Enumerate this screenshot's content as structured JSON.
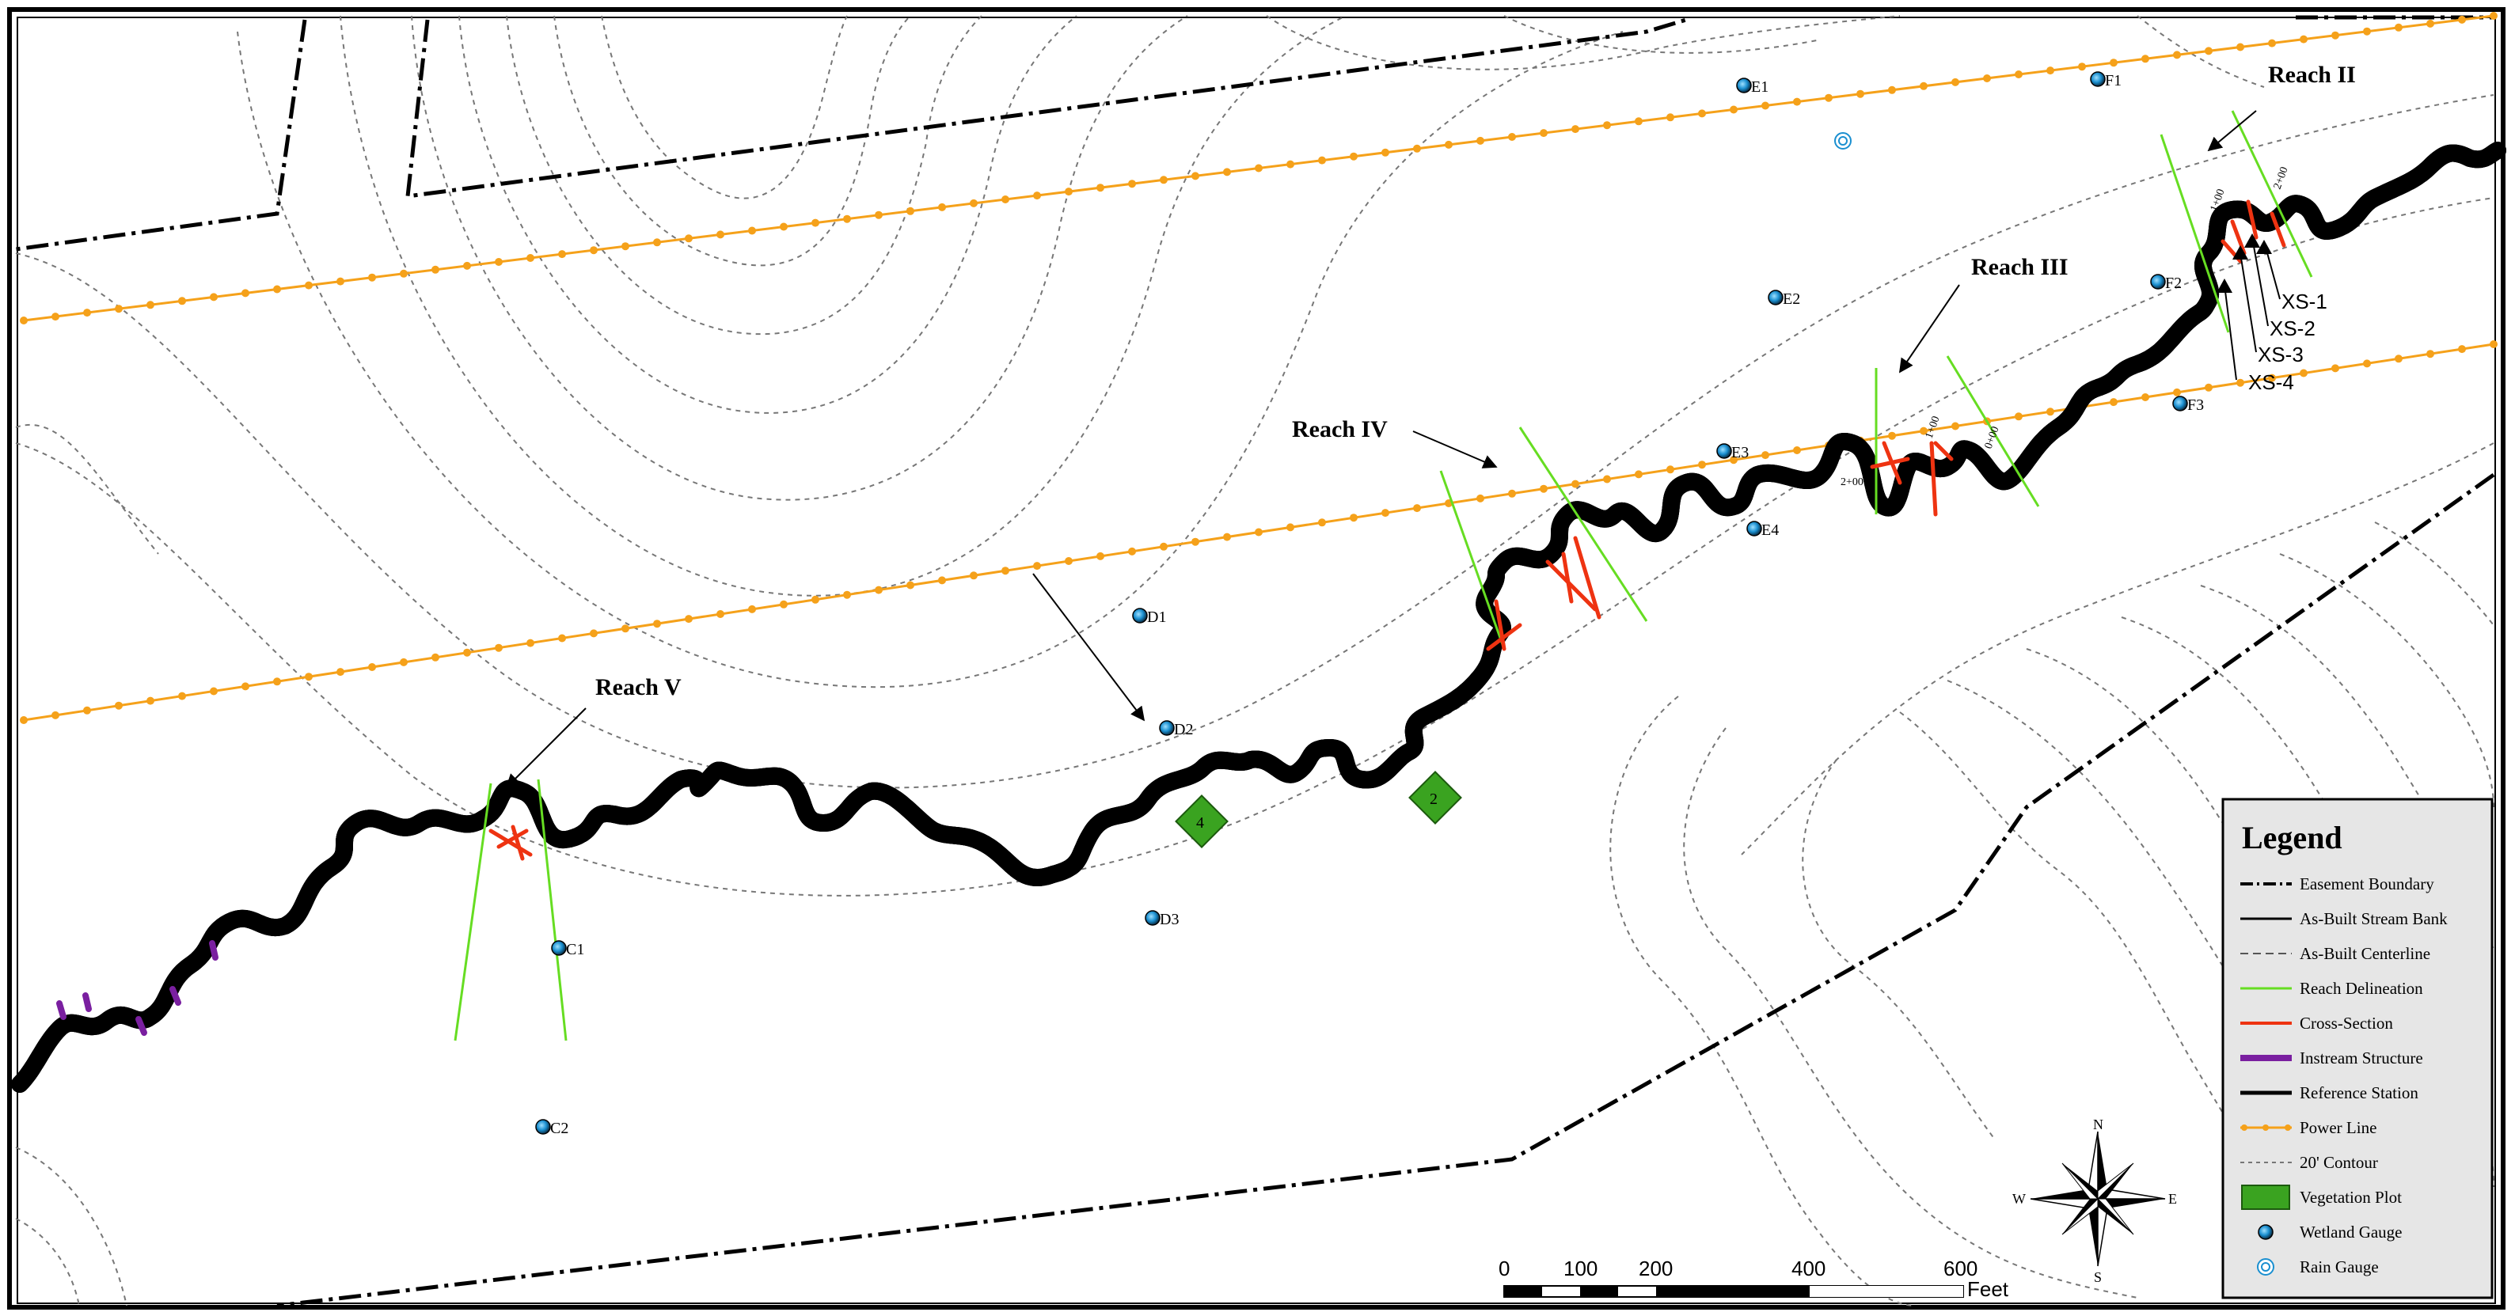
{
  "reaches": [
    {
      "id": "reach-ii",
      "label": "Reach II"
    },
    {
      "id": "reach-iii",
      "label": "Reach III"
    },
    {
      "id": "reach-iv",
      "label": "Reach IV"
    },
    {
      "id": "reach-v",
      "label": "Reach V"
    }
  ],
  "wetland_gauges": [
    {
      "id": "E1",
      "label": "E1"
    },
    {
      "id": "F1",
      "label": "F1"
    },
    {
      "id": "E2",
      "label": "E2"
    },
    {
      "id": "F2",
      "label": "F2"
    },
    {
      "id": "F3",
      "label": "F3"
    },
    {
      "id": "E3",
      "label": "E3"
    },
    {
      "id": "E4",
      "label": "E4"
    },
    {
      "id": "D1",
      "label": "D1"
    },
    {
      "id": "D2",
      "label": "D2"
    },
    {
      "id": "D3",
      "label": "D3"
    },
    {
      "id": "C1",
      "label": "C1"
    },
    {
      "id": "C2",
      "label": "C2"
    }
  ],
  "cross_sections": [
    "XS-1",
    "XS-2",
    "XS-3",
    "XS-4"
  ],
  "stations": [
    "1+00",
    "2+00",
    "1+00",
    "2+00",
    "0+00"
  ],
  "vegetation_plots": [
    {
      "id": "plot-4",
      "label": "4"
    },
    {
      "id": "plot-2",
      "label": "2"
    }
  ],
  "scale_bar": {
    "ticks": [
      "0",
      "100",
      "200",
      "400",
      "600"
    ],
    "unit": "Feet"
  },
  "compass": {
    "n": "N",
    "s": "S",
    "e": "E",
    "w": "W"
  },
  "legend": {
    "title": "Legend",
    "items": [
      {
        "key": "easement",
        "label": "Easement Boundary"
      },
      {
        "key": "bank",
        "label": "As-Built Stream Bank"
      },
      {
        "key": "centerline",
        "label": "As-Built Centerline"
      },
      {
        "key": "reach",
        "label": "Reach Delineation"
      },
      {
        "key": "xs",
        "label": "Cross-Section"
      },
      {
        "key": "instream",
        "label": "Instream Structure"
      },
      {
        "key": "refstation",
        "label": "Reference Station"
      },
      {
        "key": "power",
        "label": "Power Line"
      },
      {
        "key": "contour",
        "label": "20' Contour"
      },
      {
        "key": "veg",
        "label": "Vegetation Plot"
      },
      {
        "key": "wetland",
        "label": "Wetland Gauge"
      },
      {
        "key": "rain",
        "label": "Rain Gauge"
      }
    ]
  },
  "colors": {
    "reach_line": "#66dd22",
    "cross_section": "#ee3311",
    "instream": "#7a1fa0",
    "power_line": "#f5a11a",
    "vegetation": "#3aa320",
    "legend_bg": "#e6e6e6",
    "gauge_fill": "#1a8fd0"
  }
}
